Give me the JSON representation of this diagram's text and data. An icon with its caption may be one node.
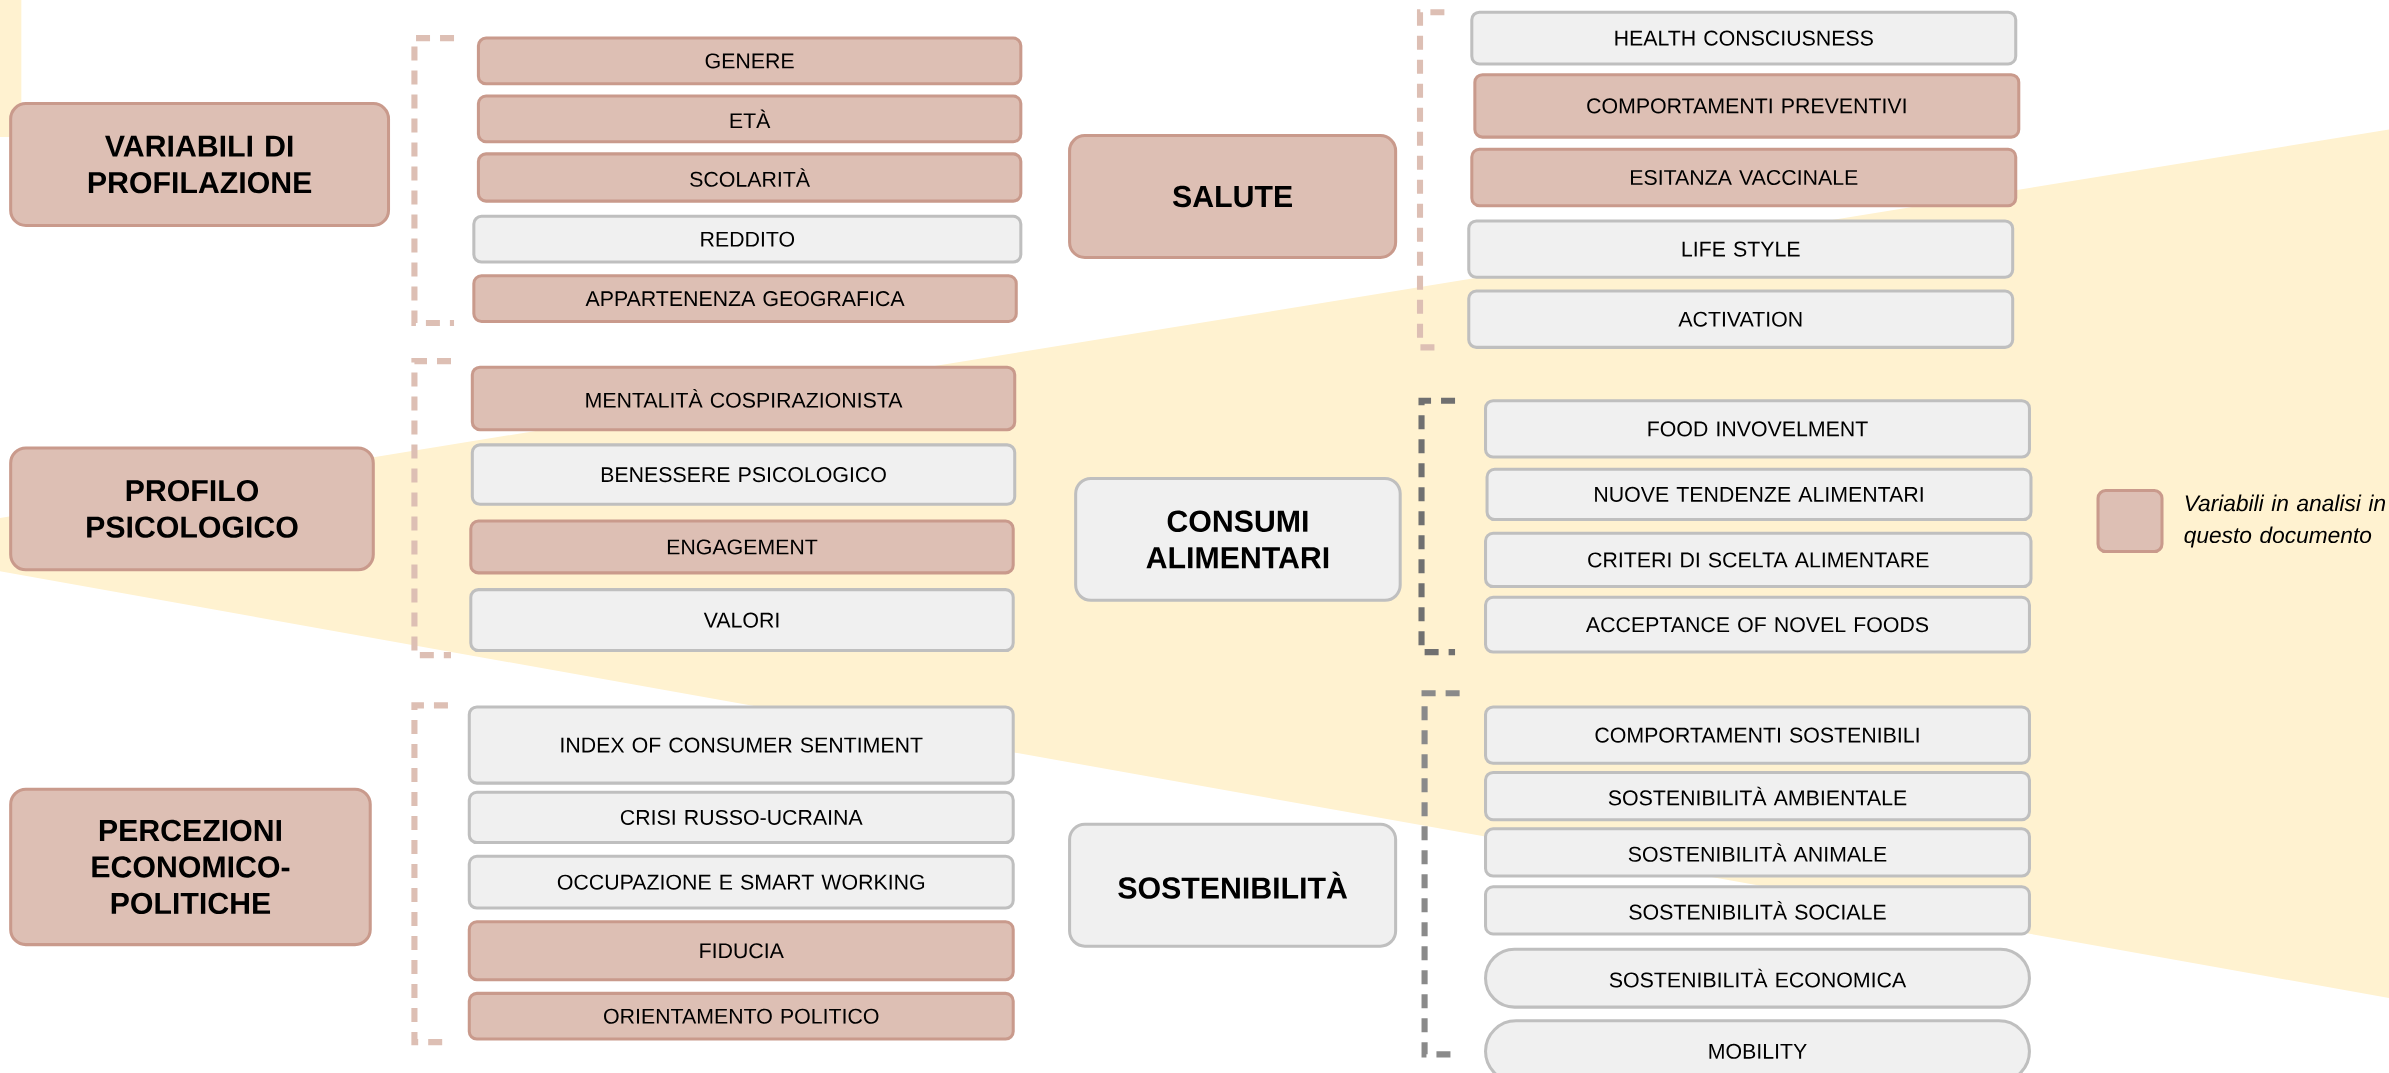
{
  "diagram": {
    "nodes": [
      {
        "text": [
          "VARIABILI DI PROFILAZIONE"
        ]
      },
      {
        "text": [
          "GENERE"
        ]
      },
      {
        "text": [
          "ETÀ"
        ]
      },
      {
        "text": [
          "SCOLARITÀ"
        ]
      },
      {
        "text": [
          "REDDITO"
        ]
      },
      {
        "text": [
          "APPARTENENZA GEOGRAFICA"
        ]
      },
      {
        "text": [
          "PROFILO PSICOLOGICO"
        ]
      },
      {
        "text": [
          "MENTALITÀ COSPIRAZIONISTA"
        ]
      },
      {
        "text": [
          "BENESSERE PSICOLOGICO"
        ]
      },
      {
        "text": [
          "ENGAGEMENT"
        ]
      },
      {
        "text": [
          "VALORI"
        ]
      },
      {
        "text": [
          "PERCEZIONI ECONOMICO-POLITICHE"
        ]
      },
      {
        "text": [
          "INDEX OF CONSUMER SENTIMENT"
        ]
      },
      {
        "text": [
          "CRISI RUSSO-UCRAINA"
        ]
      },
      {
        "text": [
          "OCCUPAZIONE E SMART WORKING"
        ]
      },
      {
        "text": [
          "FIDUCIA"
        ]
      },
      {
        "text": [
          "ORIENTAMENTO POLITICO"
        ]
      },
      {
        "text": [
          "SALUTE"
        ]
      },
      {
        "text": [
          "HEALTH CONSCIUSNESS"
        ]
      },
      {
        "text": [
          "COMPORTAMENTI PREVENTIVI"
        ]
      },
      {
        "text": [
          "ESITANZA VACCINALE"
        ]
      },
      {
        "text": [
          "LIFE STYLE"
        ]
      },
      {
        "text": [
          "ACTIVATION"
        ]
      },
      {
        "text": [
          "CONSUMI ALIMENTARI"
        ]
      },
      {
        "text": [
          "FOOD INVOVELMENT"
        ]
      },
      {
        "text": [
          "NUOVE TENDENZE ALIMENTARI"
        ]
      },
      {
        "text": [
          "CRITERI DI SCELTA ALIMENTARE"
        ]
      },
      {
        "text": [
          "ACCEPTANCE OF NOVEL FOODS"
        ]
      },
      {
        "text": [
          "SOSTENIBILITÀ"
        ]
      },
      {
        "text": [
          "COMPORTAMENTI  SOSTENIBILI"
        ]
      },
      {
        "text": [
          "SOSTENIBILITÀ AMBIENTALE"
        ]
      },
      {
        "text": [
          "SOSTENIBILITÀ ANIMALE"
        ]
      },
      {
        "text": [
          "SOSTENIBILITÀ SOCIALE"
        ]
      },
      {
        "text": [
          "SOSTENIBILITÀ ECONOMICA"
        ]
      },
      {
        "text": [
          "MOBILITY"
        ]
      }
    ],
    "legend": [
      {
        "text": "Variabili in analisi in questo documento",
        "color": "#ddbfb4"
      }
    ]
  }
}
